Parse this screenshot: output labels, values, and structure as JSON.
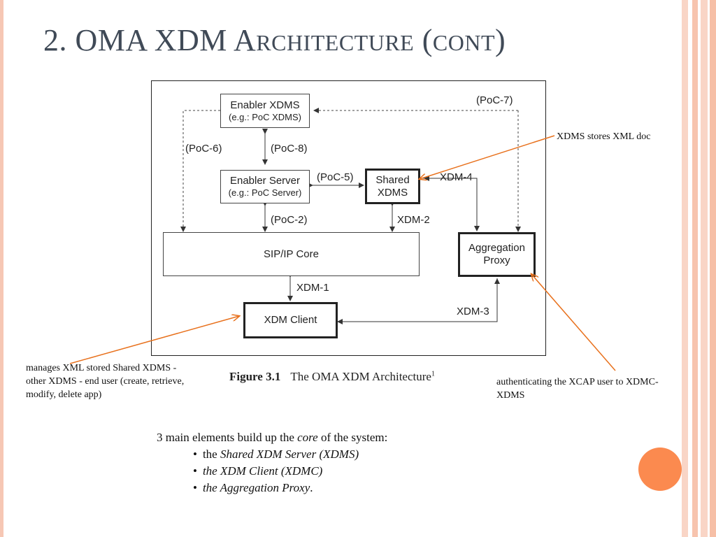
{
  "slide": {
    "title_num": "2. OMA XDM ",
    "title_big_a": "A",
    "title_small_a": "rchitecture",
    "title_paren_open": " (",
    "title_small_b": "cont",
    "title_paren_close": ")"
  },
  "diagram": {
    "enabler_xdms": {
      "line1": "Enabler XDMS",
      "line2": "(e.g.: PoC XDMS)"
    },
    "enabler_server": {
      "line1": "Enabler Server",
      "line2": "(e.g.: PoC Server)"
    },
    "shared_xdms": {
      "line1": "Shared",
      "line2": "XDMS"
    },
    "sip_core": "SIP/IP Core",
    "aggregation_proxy": {
      "line1": "Aggregation",
      "line2": "Proxy"
    },
    "xdm_client": "XDM Client",
    "labels": {
      "poc7": "(PoC-7)",
      "poc6": "(PoC-6)",
      "poc8": "(PoC-8)",
      "poc5": "(PoC-5)",
      "xdm4": "XDM-4",
      "poc2": "(PoC-2)",
      "xdm2": "XDM-2",
      "xdm1": "XDM-1",
      "xdm3": "XDM-3"
    },
    "caption_label": "Figure 3.1",
    "caption_text": "The OMA XDM Architecture",
    "caption_sup": "1"
  },
  "annotations": {
    "xdms_note": "XDMS stores XML doc",
    "client_note": "manages XML stored Shared XDMS - other XDMS - end user (create, retrieve, modify, delete app)",
    "proxy_note": "authenticating the XCAP user to XDMC- XDMS"
  },
  "summary": {
    "intro_a": "3 main elements build up the ",
    "intro_em": "core",
    "intro_b": " of the system:",
    "item1_prefix": "the ",
    "item1_em": "Shared XDM Server (XDMS)",
    "item2_em": "the XDM Client (XDMC)",
    "item3_em": "the Aggregation Proxy",
    "item3_suffix": "."
  },
  "colors": {
    "accent_orange": "#fb8a4f",
    "arrow_orange": "#e8711d",
    "title_color": "#404a57"
  }
}
